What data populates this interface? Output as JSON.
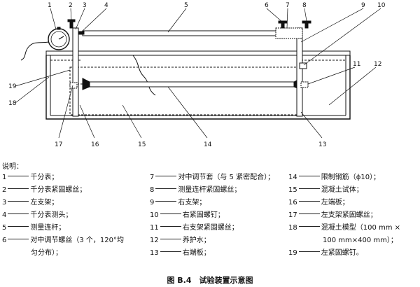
{
  "callouts": [
    "1",
    "2",
    "3",
    "4",
    "5",
    "6",
    "7",
    "8",
    "9",
    "10",
    "11",
    "12",
    "19",
    "18",
    "17",
    "16",
    "15",
    "14",
    "13"
  ],
  "legend_title": "说明：",
  "legend": [
    {
      "key": "1",
      "text": "千分表；"
    },
    {
      "key": "2",
      "text": "千分表紧固螺丝；"
    },
    {
      "key": "3",
      "text": "左支架；"
    },
    {
      "key": "4",
      "text": "千分表测头；"
    },
    {
      "key": "5",
      "text": "测量连杆；"
    },
    {
      "key": "6",
      "text": "对中调节螺丝（3 个，120°均"
    },
    {
      "key": "",
      "text": "匀分布）；"
    },
    {
      "key": "7",
      "text": "对中调节套（与 5 紧密配合）；"
    },
    {
      "key": "8",
      "text": "测量连杆紧固螺丝；"
    },
    {
      "key": "9",
      "text": "右支架；"
    },
    {
      "key": "10",
      "text": "右紧固螺钉；"
    },
    {
      "key": "11",
      "text": "右支架紧固螺丝；"
    },
    {
      "key": "12",
      "text": "养护水；"
    },
    {
      "key": "13",
      "text": "右端板；"
    },
    {
      "key": "14",
      "text": "限制钢筋（ϕ10）；"
    },
    {
      "key": "15",
      "text": "混凝土试体；"
    },
    {
      "key": "16",
      "text": "左端板；"
    },
    {
      "key": "17",
      "text": "左支架紧固螺丝；"
    },
    {
      "key": "18",
      "text": "混凝土模型（100 mm ×"
    },
    {
      "key": "",
      "text": "100 mm×400 mm）；"
    },
    {
      "key": "19",
      "text": "左紧固螺钉。"
    }
  ],
  "caption": "图 B.4　试验装置示意图"
}
